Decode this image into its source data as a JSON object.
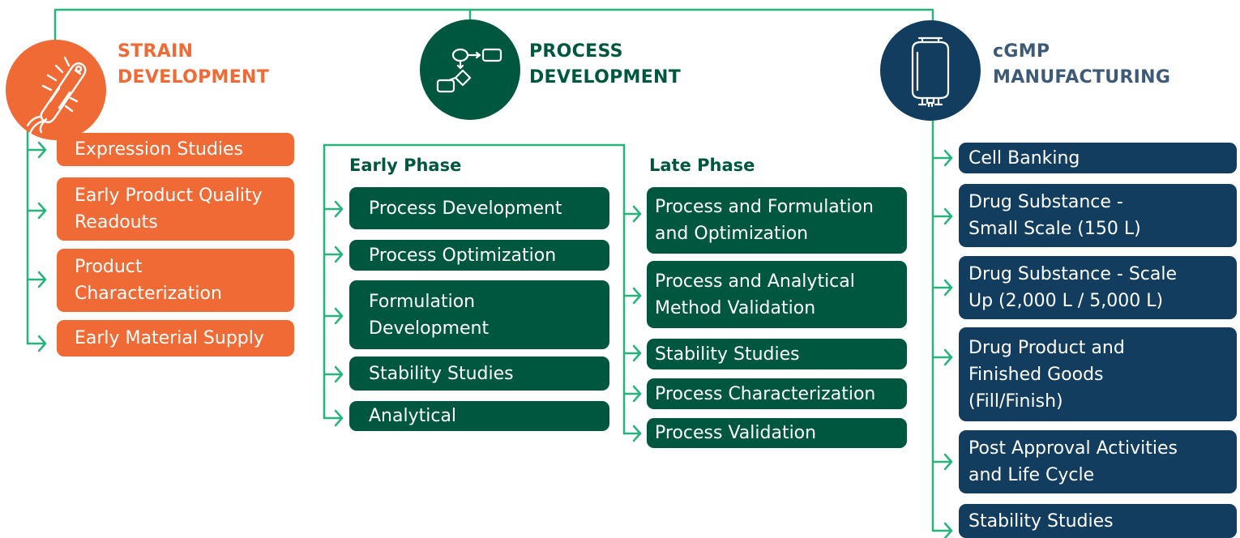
{
  "colors": {
    "accent_line": "#25b47a",
    "strain": "#ef6a34",
    "process": "#00573f",
    "cgmp": "#123d5e",
    "cgmp_heading": "#3d5a78"
  },
  "columns": [
    {
      "key": "strain",
      "title": "STRAIN\nDEVELOPMENT",
      "icon": "bacterium-icon",
      "items": [
        "Expression Studies",
        "Early Product Quality\nReadouts",
        "Product\nCharacterization",
        "Early Material Supply"
      ]
    },
    {
      "key": "process",
      "title": "PROCESS\nDEVELOPMENT",
      "icon": "flowchart-icon",
      "phases": [
        {
          "title": "Early Phase",
          "items": [
            "Process Development",
            "Process Optimization",
            "Formulation\nDevelopment",
            "Stability Studies",
            "Analytical"
          ]
        },
        {
          "title": "Late Phase",
          "items": [
            "Process and Formulation\nand Optimization",
            "Process and Analytical\nMethod Validation",
            "Stability Studies",
            "Process Characterization",
            "Process Validation"
          ]
        }
      ]
    },
    {
      "key": "cgmp",
      "title": "cGMP\nMANUFACTURING",
      "icon": "bioreactor-icon",
      "items": [
        "Cell Banking",
        "Drug Substance -\nSmall Scale (150 L)",
        "Drug Substance - Scale\nUp (2,000 L / 5,000 L)",
        "Drug Product and\nFinished Goods\n(Fill/Finish)",
        "Post Approval Activities\nand Life Cycle",
        "Stability Studies"
      ]
    }
  ]
}
